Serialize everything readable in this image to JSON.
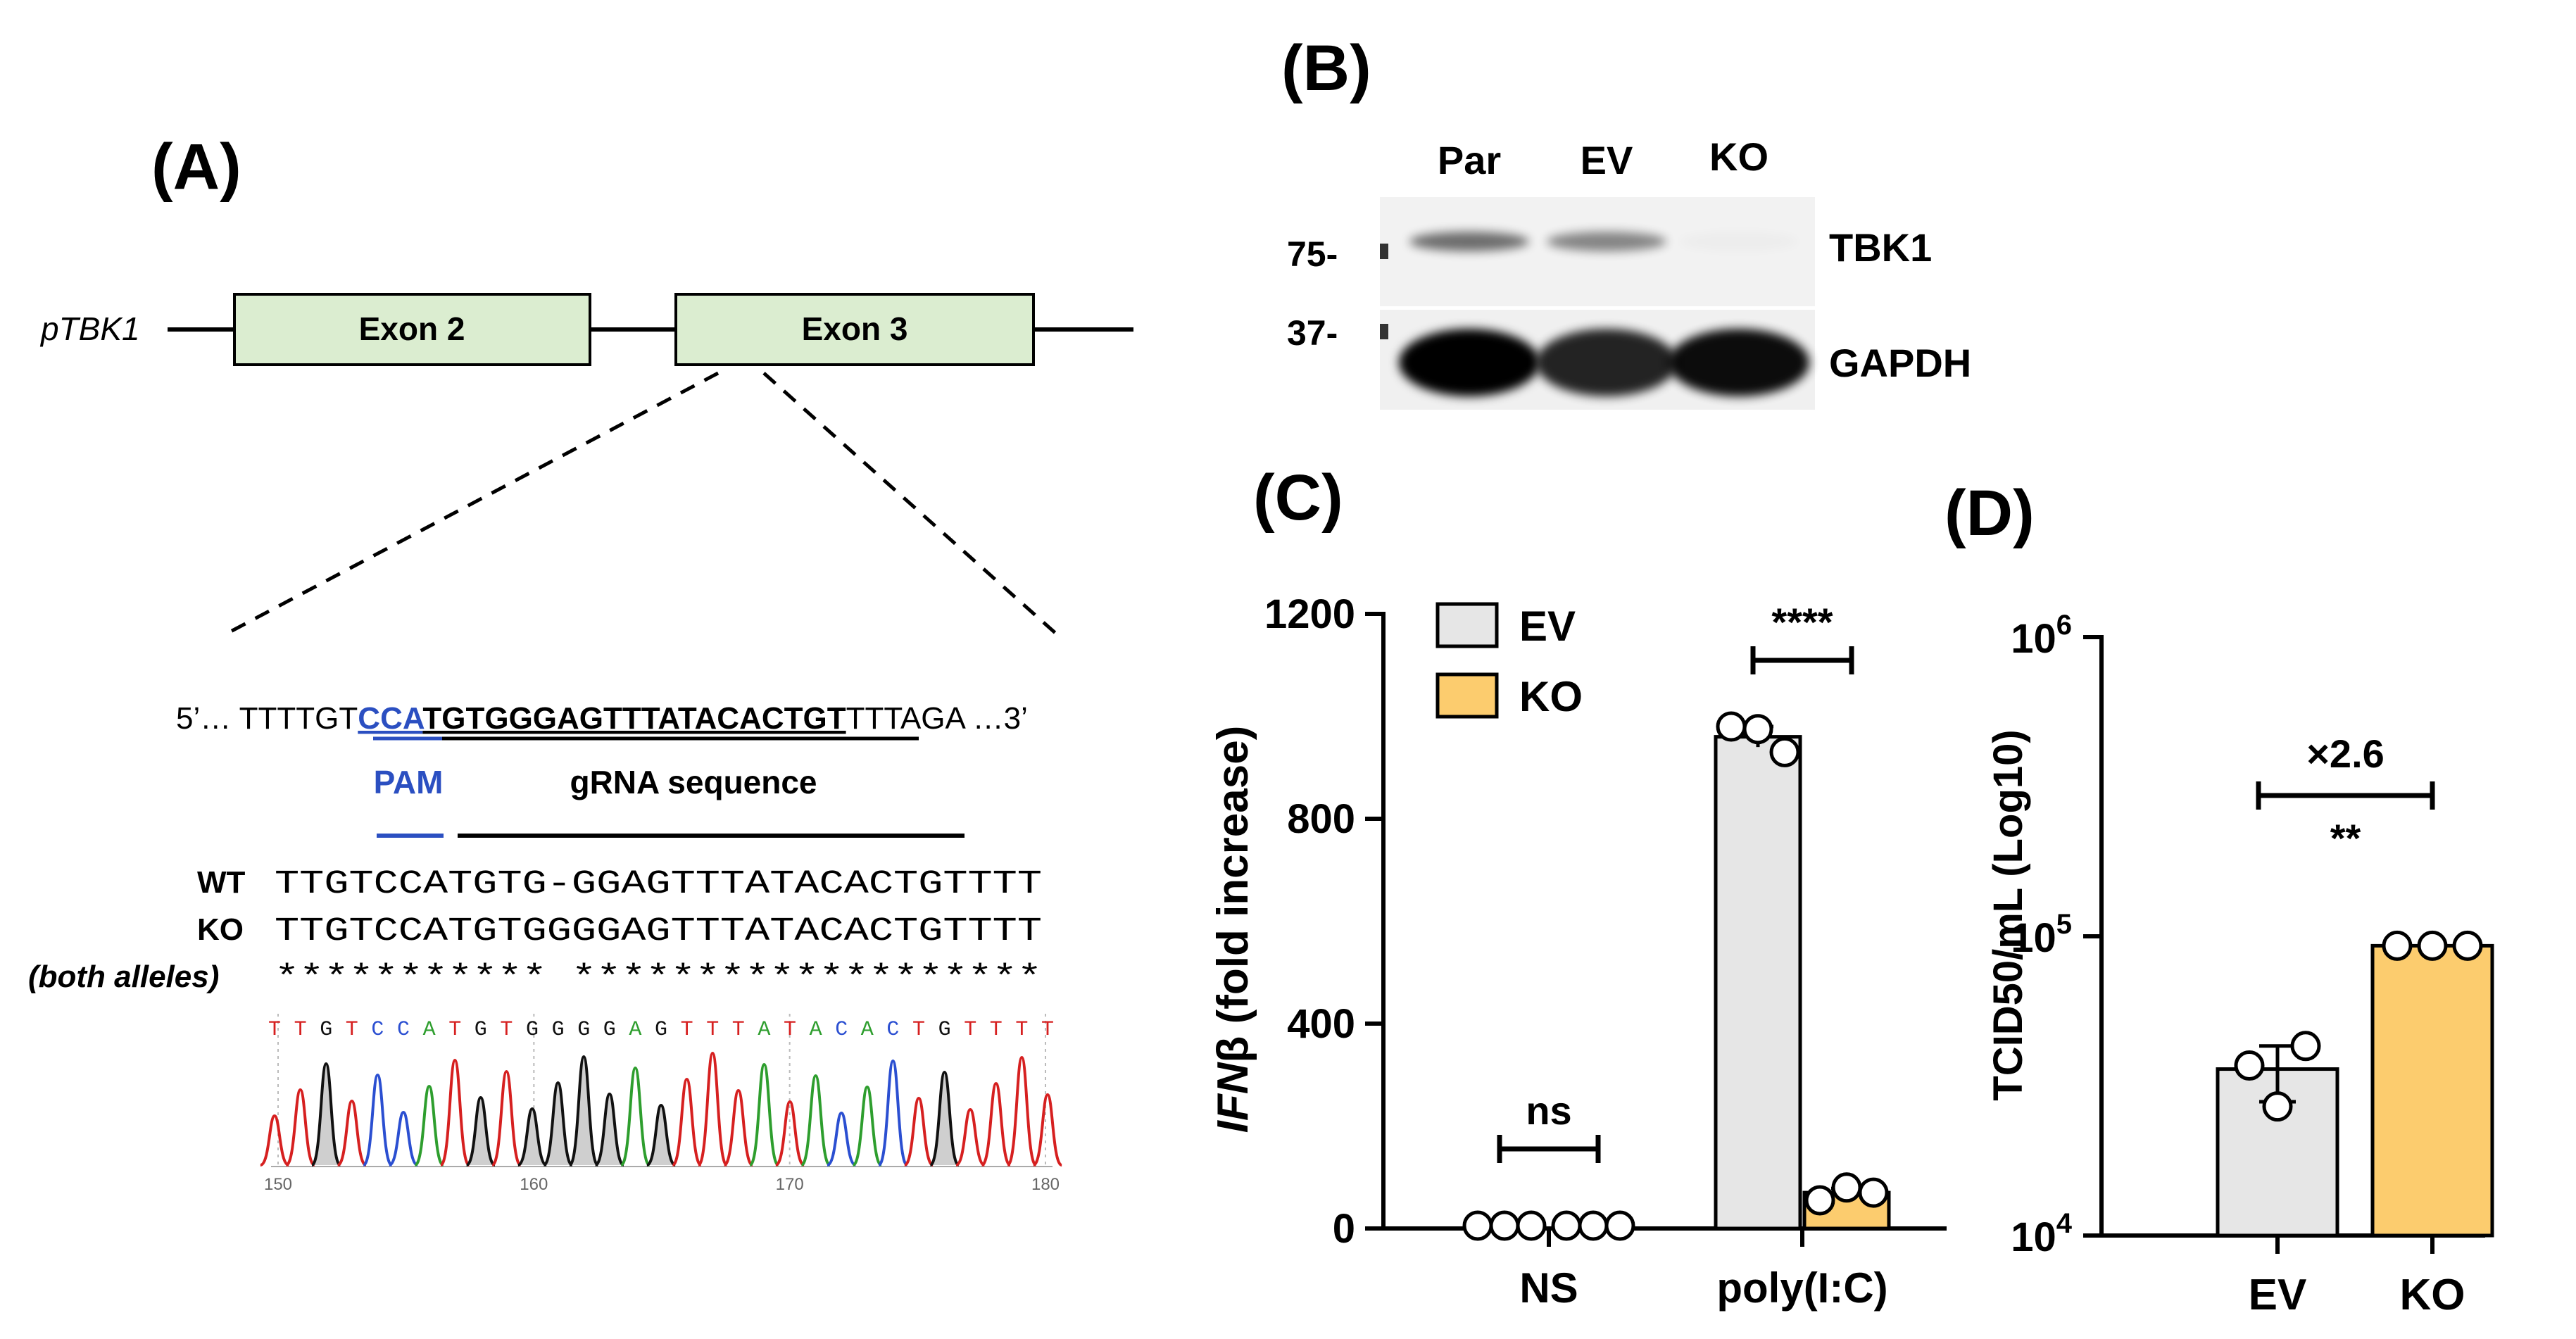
{
  "panels": {
    "A": {
      "label": "(A)",
      "gene_label": "pTBK1",
      "exons": [
        "Exon 2",
        "Exon 3"
      ],
      "seq_prefix": "5’… TTTTGT",
      "seq_pam": "CCA",
      "seq_grna": "TGTGGGAGTTTATACACTGT",
      "seq_suffix": "TTTAGA …3’",
      "pam_label": "PAM",
      "grna_label": "gRNA sequence",
      "alignment": [
        {
          "label": "WT",
          "seq": "TTGTCCATGTG-GGAGTTTATACACTGTTTT"
        },
        {
          "label": "KO",
          "seq": "TTGTCCATGTGGGGAGTTTATACACTGTTTT"
        },
        {
          "label": "(both alleles)",
          "seq": "*********** *******************"
        }
      ],
      "trace_bases": "TTGTCCATGTGGGGAGTTTATACACTGTTTT",
      "trace_ticks": [
        "150",
        "160",
        "170",
        "180"
      ],
      "colors": {
        "A": "#2e9e2e",
        "C": "#2b4fd1",
        "G": "#111111",
        "T": "#d62020",
        "pam": "#2b4fc1",
        "exon": "#dbedd0"
      }
    },
    "B": {
      "label": "(B)",
      "lanes": [
        "Par",
        "EV",
        "KO"
      ],
      "markers": [
        "75-",
        "37-"
      ],
      "bands": [
        "TBK1",
        "GAPDH"
      ],
      "tbk1_intensity": [
        0.55,
        0.45,
        0.02
      ],
      "gapdh_intensity": [
        1.0,
        0.85,
        0.95
      ]
    }
  },
  "chart_data": [
    {
      "panel": "(C)",
      "type": "bar",
      "ylabel_italic": "IFN",
      "ylabel_rest": "β (fold increase)",
      "categories": [
        "NS",
        "poly(I:C)"
      ],
      "yticks": [
        "0",
        "400",
        "800",
        "1200"
      ],
      "ylim": [
        0,
        1200
      ],
      "series": [
        {
          "name": "EV",
          "color": "#e6e6e6",
          "values": [
            1,
            960
          ],
          "points": [
            [
              1,
              1,
              1
            ],
            [
              980,
              975,
              930
            ]
          ],
          "err": [
            0,
            20
          ]
        },
        {
          "name": "KO",
          "color": "#fccc6e",
          "values": [
            1,
            70
          ],
          "points": [
            [
              1,
              1,
              1
            ],
            [
              55,
              80,
              70
            ]
          ],
          "err": [
            0,
            8
          ]
        }
      ],
      "annotations": [
        {
          "text": "ns",
          "category": 0
        },
        {
          "text": "****",
          "category": 1
        }
      ],
      "legend": "top-left"
    },
    {
      "panel": "(D)",
      "type": "bar",
      "ylabel": "TCID50/mL (Log10)",
      "scale": "log",
      "ylim": [
        10000,
        1000000
      ],
      "yticks": [
        {
          "base": "10",
          "exp": "4"
        },
        {
          "base": "10",
          "exp": "5"
        },
        {
          "base": "10",
          "exp": "6"
        }
      ],
      "categories": [
        "EV",
        "KO"
      ],
      "values": [
        36000,
        93000
      ],
      "colors": [
        "#e6e6e6",
        "#fccc6e"
      ],
      "points": [
        [
          43000,
          37000,
          27000
        ],
        [
          93000,
          93000,
          93000
        ]
      ],
      "err": [
        [
          28000,
          43000
        ],
        [
          93000,
          93000
        ]
      ],
      "annotations": [
        {
          "text": "×2.6"
        },
        {
          "text": "**"
        }
      ]
    }
  ]
}
